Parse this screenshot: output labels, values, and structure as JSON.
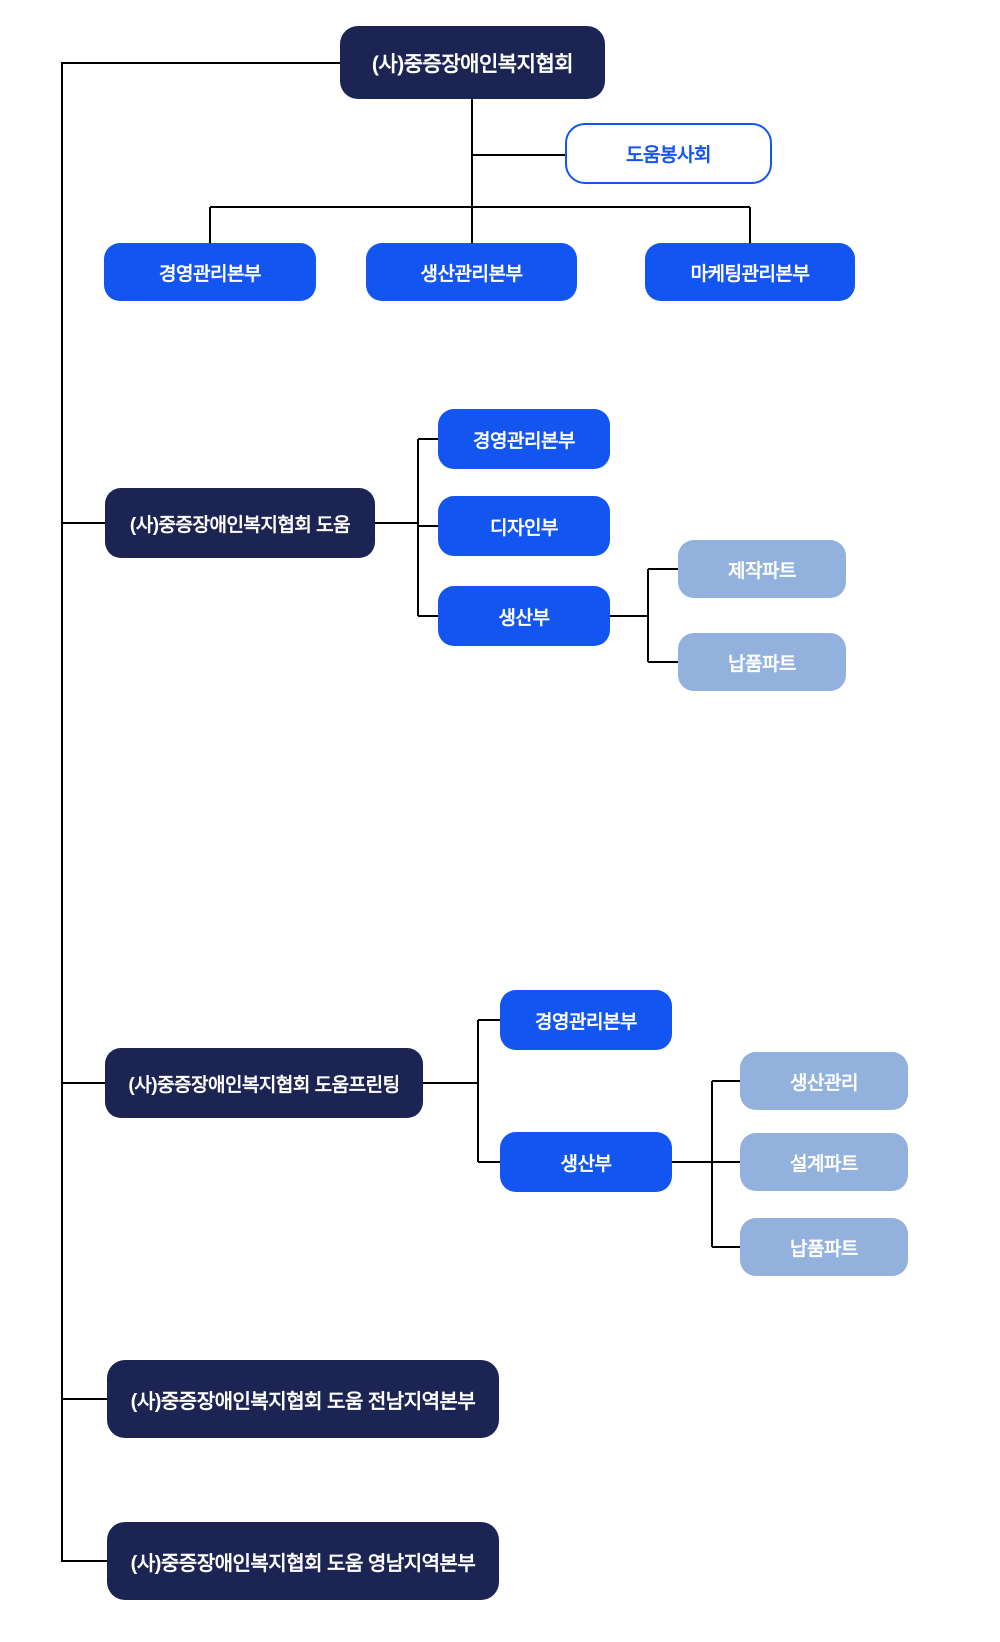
{
  "chart": {
    "type": "org-chart",
    "root": {
      "label": "(사)중증장애인복지협회"
    },
    "volunteer": {
      "label": "도움봉사회"
    },
    "hq_divisions": [
      {
        "label": "경영관리본부"
      },
      {
        "label": "생산관리본부"
      },
      {
        "label": "마케팅관리본부"
      }
    ],
    "subsidiaries": [
      {
        "label": "(사)중증장애인복지협회 도움",
        "departments": [
          {
            "label": "경영관리본부"
          },
          {
            "label": "디자인부"
          },
          {
            "label": "생산부",
            "teams": [
              {
                "label": "제작파트"
              },
              {
                "label": "납품파트"
              }
            ]
          }
        ]
      },
      {
        "label": "(사)중증장애인복지협회 도움프린팅",
        "departments": [
          {
            "label": "경영관리본부"
          },
          {
            "label": "생산부",
            "teams": [
              {
                "label": "생산관리"
              },
              {
                "label": "설계파트"
              },
              {
                "label": "납품파트"
              }
            ]
          }
        ]
      },
      {
        "label": "(사)중증장애인복지협회 도움 전남지역본부"
      },
      {
        "label": "(사)중증장애인복지협회 도움 영남지역본부"
      }
    ],
    "colors": {
      "navy": "#1B2452",
      "blue": "#1355F1",
      "light_blue": "#92B1DD",
      "outline_blue": "#1355F1",
      "line": "#000000",
      "background": "#FFFFFF",
      "text_on_box": "#FFFFFF"
    }
  }
}
